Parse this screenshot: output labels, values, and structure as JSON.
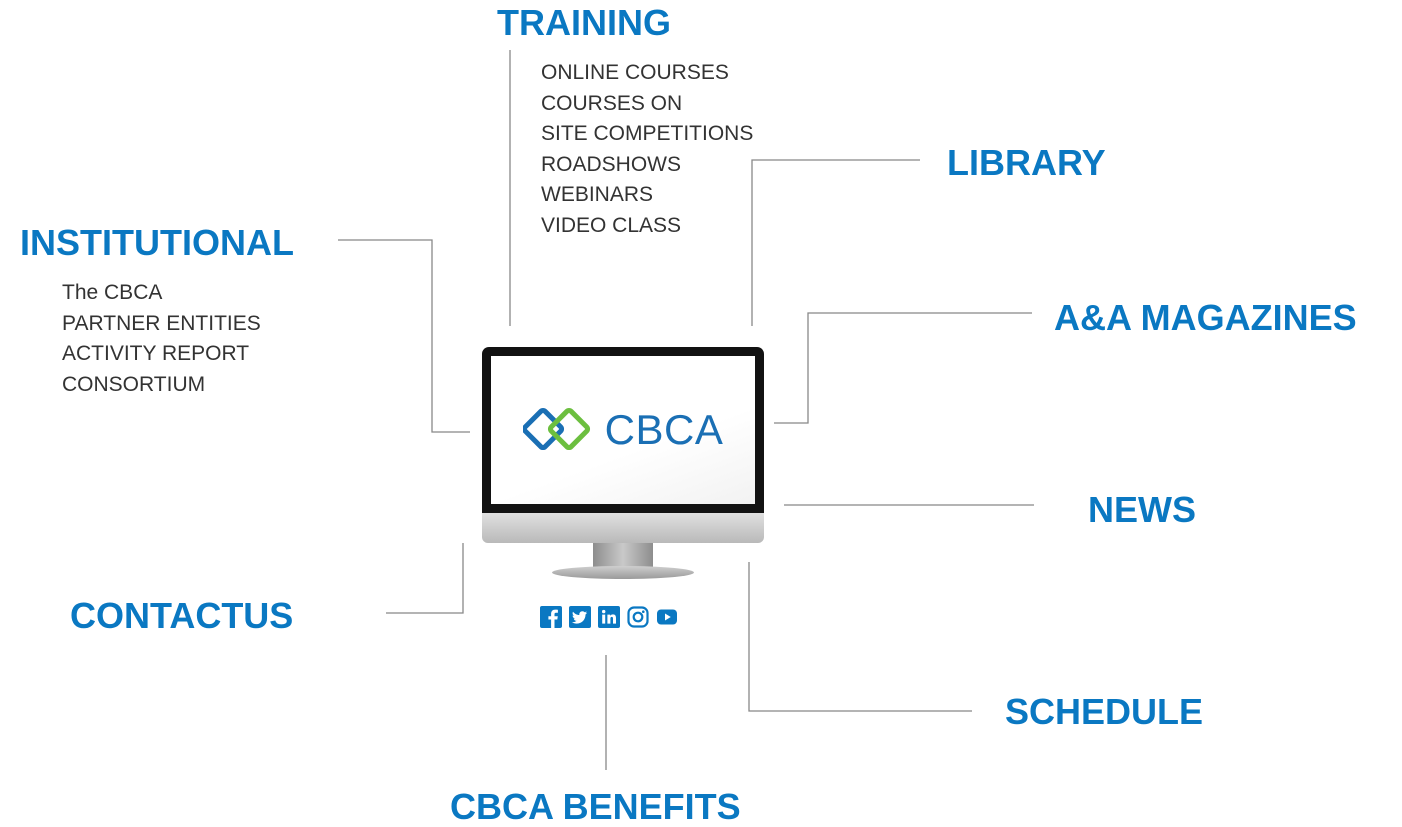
{
  "training": {
    "title": "TRAINING",
    "items": [
      "ONLINE COURSES",
      "COURSES ON",
      "SITE COMPETITIONS",
      "ROADSHOWS",
      "WEBINARS",
      "VIDEO CLASS"
    ]
  },
  "library": {
    "title": "LIBRARY"
  },
  "institutional": {
    "title": "INSTITUTIONAL",
    "items": [
      "The CBCA",
      "PARTNER ENTITIES",
      "ACTIVITY REPORT",
      "CONSORTIUM"
    ]
  },
  "magazines": {
    "title": "A&A MAGAZINES"
  },
  "news": {
    "title": "NEWS"
  },
  "contact": {
    "title": "CONTACTUS"
  },
  "schedule": {
    "title": "SCHEDULE"
  },
  "benefits": {
    "title": "CBCA BENEFITS"
  },
  "screen": {
    "brand": "CBCA"
  },
  "social": [
    "facebook-icon",
    "twitter-icon",
    "linkedin-icon",
    "instagram-icon",
    "youtube-icon"
  ],
  "colors": {
    "heading": "#0a78c2",
    "brand_blue": "#1a6fb4",
    "brand_green": "#6cbf3f",
    "connector": "#888888"
  }
}
